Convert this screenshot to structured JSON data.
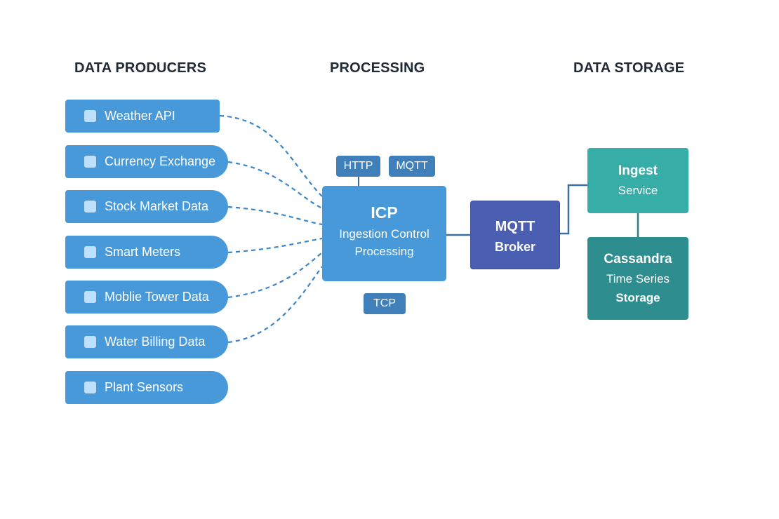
{
  "headings": {
    "producers": "DATA PRODUCERS",
    "processing": "PROCESSING",
    "storage": "DATA STORAGE"
  },
  "producers": [
    {
      "label": "Weather API"
    },
    {
      "label": "Currency Exchange"
    },
    {
      "label": "Stock Market Data"
    },
    {
      "label": "Smart Meters"
    },
    {
      "label": "Moblie Tower Data"
    },
    {
      "label": "Water Billing Data"
    },
    {
      "label": "Plant Sensors"
    }
  ],
  "protocols": {
    "http": "HTTP",
    "mqtt": "MQTT",
    "tcp": "TCP"
  },
  "icp": {
    "title": "ICP",
    "line1": "Ingestion Control",
    "line2": "Processing"
  },
  "broker": {
    "line1": "MQTT",
    "line2": "Broker"
  },
  "ingest": {
    "line1": "Ingest",
    "line2": "Service"
  },
  "storage": {
    "line1": "Cassandra",
    "line2": "Time Series",
    "line3": "Storage"
  },
  "colors": {
    "producer": "#4799d9",
    "icp": "#4799d9",
    "protocol": "#3f7fba",
    "broker": "#4b5fb2",
    "ingest": "#37ada8",
    "storage": "#2e8d8f",
    "connector": "#3a86c8",
    "heading": "#1f2a37"
  }
}
